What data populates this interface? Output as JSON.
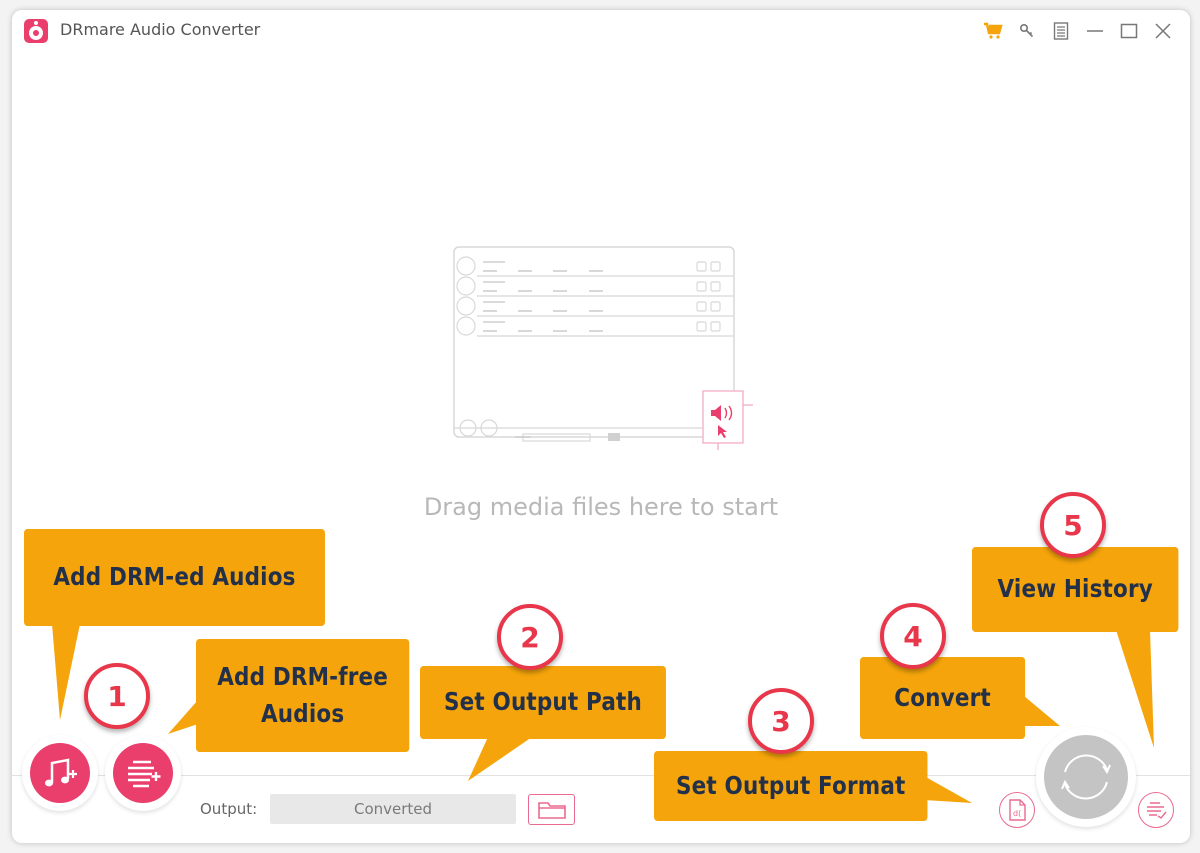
{
  "window": {
    "title": "DRmare Audio Converter",
    "titlebar_icons": [
      "cart-icon",
      "key-icon",
      "menu-icon",
      "minimize-icon",
      "maximize-icon",
      "close-icon"
    ]
  },
  "drop_area": {
    "hint": "Drag media files here to start"
  },
  "bottom_bar": {
    "add_drm_button": "add-music-icon",
    "add_free_button": "add-list-icon",
    "output_label": "Output:",
    "output_value": "Converted",
    "browse_icon": "folder-icon",
    "format_icon": "format-icon",
    "convert_icon": "convert-icon",
    "history_icon": "history-icon"
  },
  "annotations": [
    {
      "num": "1",
      "label": "Add DRM-ed Audios"
    },
    {
      "num": "1",
      "label": "Add DRM-free Audios"
    },
    {
      "num": "2",
      "label": "Set Output Path"
    },
    {
      "num": "3",
      "label": "Set Output Format"
    },
    {
      "num": "4",
      "label": "Convert"
    },
    {
      "num": "5",
      "label": "View History"
    }
  ],
  "colors": {
    "accent": "#ea3f6c",
    "callout": "#f5a50b",
    "callout_text": "#22304a",
    "badge": "#e8364a"
  }
}
